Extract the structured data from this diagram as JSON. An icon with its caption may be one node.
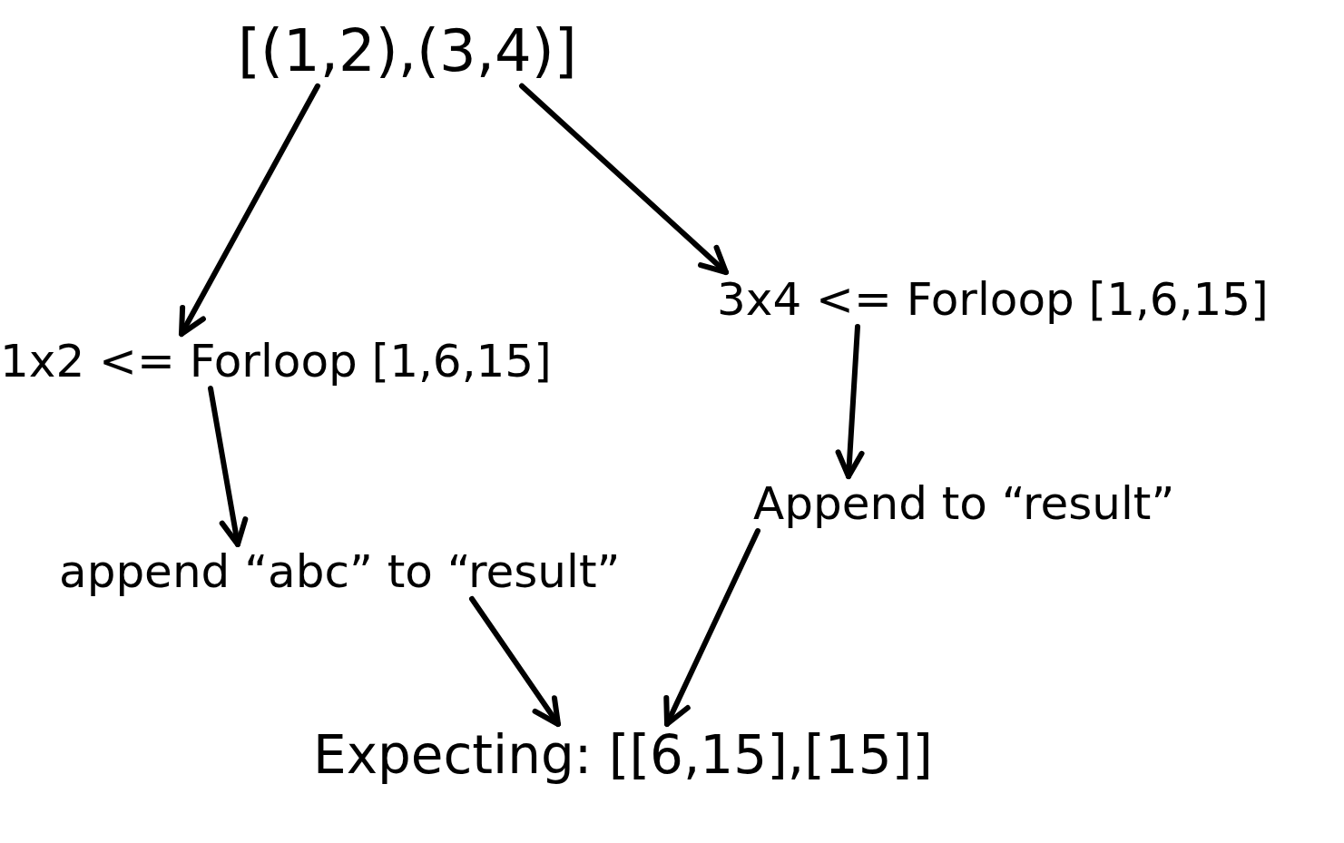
{
  "diagram": {
    "nodes": [
      {
        "text": [
          "[(1,2),(3,4)]"
        ]
      },
      {
        "text": [
          "1x2 <= Forloop [1,6,15]"
        ]
      },
      {
        "text": [
          "3x4 <= Forloop [1,6,15]"
        ]
      },
      {
        "text": [
          "append “abc” to “result”"
        ]
      },
      {
        "text": [
          "Append to “result”"
        ]
      },
      {
        "text": [
          "Expecting: [[6,15],[15]]"
        ]
      }
    ],
    "edges": [
      {
        "from": 0,
        "to": 1,
        "arrow": "to"
      },
      {
        "from": 0,
        "to": 2,
        "arrow": "to"
      },
      {
        "from": 1,
        "to": 3,
        "arrow": "to"
      },
      {
        "from": 2,
        "to": 4,
        "arrow": "to"
      },
      {
        "from": 3,
        "to": 5,
        "arrow": "to"
      },
      {
        "from": 4,
        "to": 5,
        "arrow": "to"
      }
    ]
  }
}
